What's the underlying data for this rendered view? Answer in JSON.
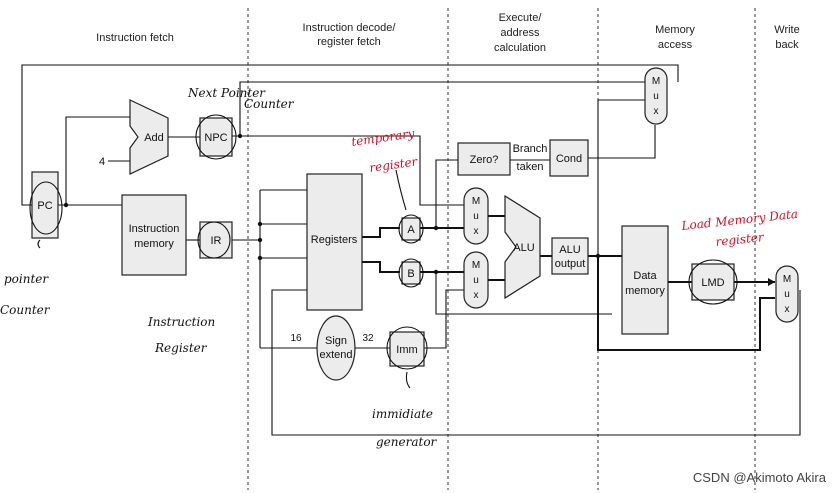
{
  "stages": {
    "fetch": "Instruction fetch",
    "decode_line1": "Instruction decode/",
    "decode_line2": "register fetch",
    "execute_line1": "Execute/",
    "execute_line2": "address",
    "execute_line3": "calculation",
    "memory_line1": "Memory",
    "memory_line2": "access",
    "writeback_line1": "Write",
    "writeback_line2": "back"
  },
  "components": {
    "pc": "PC",
    "add": "Add",
    "const_four": "4",
    "npc": "NPC",
    "instruction_memory_line1": "Instruction",
    "instruction_memory_line2": "memory",
    "ir": "IR",
    "registers": "Registers",
    "reg_a": "A",
    "reg_b": "B",
    "sign_extend_line1": "Sign",
    "sign_extend_line2": "extend",
    "width_16": "16",
    "width_32": "32",
    "imm": "Imm",
    "zero": "Zero?",
    "branch_line1": "Branch",
    "branch_line2": "taken",
    "cond": "Cond",
    "alu": "ALU",
    "alu_output_line1": "ALU",
    "alu_output_line2": "output",
    "data_memory_line1": "Data",
    "data_memory_line2": "memory",
    "lmd": "LMD",
    "mux": [
      "M",
      "u",
      "x"
    ]
  },
  "annotations": {
    "next_pointer_line1": "Next Pointer",
    "next_pointer_line2": "Counter",
    "temporary_line1": "temporary",
    "temporary_line2": "register",
    "pointer_counter_line1": "pointer",
    "pointer_counter_line2": "Counter",
    "instruction_register_line1": "Instruction",
    "instruction_register_line2": "Register",
    "immediate_line1": "immidiate",
    "immediate_line2": "generator",
    "lmd_note_line1": "Load Memory Data",
    "lmd_note_line2": "register"
  },
  "watermark": "CSDN @Akimoto Akira",
  "colors": {
    "annotation_red": "#d0102a",
    "box_fill": "#ececec",
    "ink": "#111111"
  }
}
